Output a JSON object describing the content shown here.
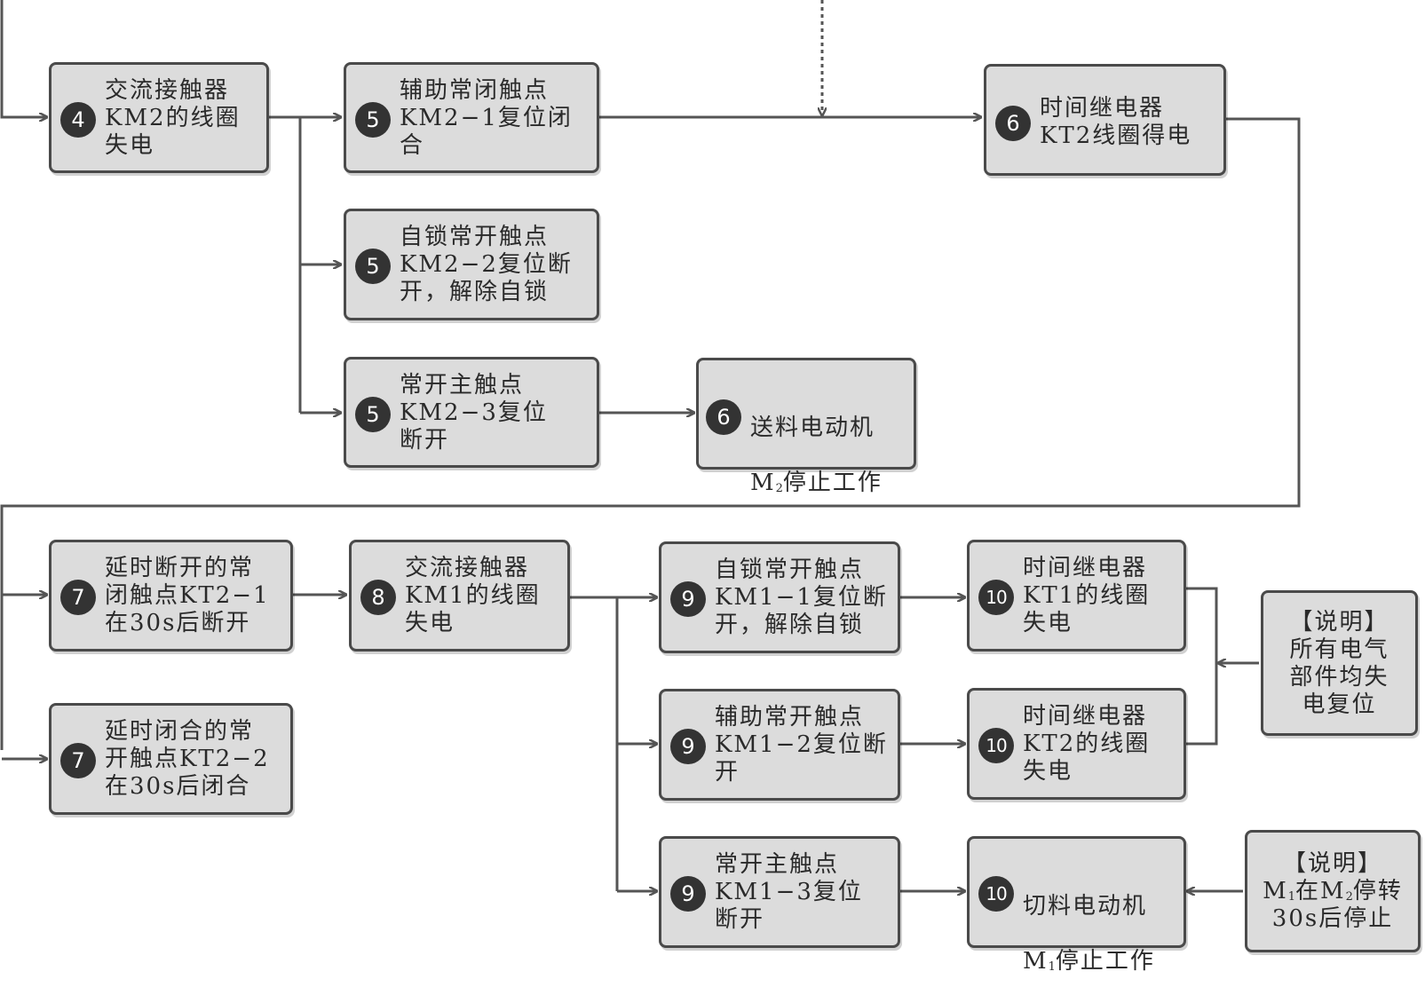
{
  "steps": {
    "s4_km2_coil": {
      "num": "4",
      "text": "交流接触器\nKM2的线圈\n失电"
    },
    "s5_km2_1": {
      "num": "5",
      "text": "辅助常闭触点\nKM2−1复位闭\n合"
    },
    "s6_kt2_coil": {
      "num": "6",
      "text": "时间继电器\nKT2线圈得电"
    },
    "s5_km2_2": {
      "num": "5",
      "text": "自锁常开触点\nKM2−2复位断\n开，解除自锁"
    },
    "s5_km2_3": {
      "num": "5",
      "text": "常开主触点\nKM2−3复位\n断开"
    },
    "s6_m2_stop": {
      "num": "6",
      "line1": "送料电动机",
      "m": "M",
      "sub": "2",
      "rest": "停止工作"
    },
    "s7_kt2_1": {
      "num": "7",
      "text": "延时断开的常\n闭触点KT2−1\n在30s后断开"
    },
    "s7_kt2_2": {
      "num": "7",
      "text": "延时闭合的常\n开触点KT2−2\n在30s后闭合"
    },
    "s8_km1_coil": {
      "num": "8",
      "text": "交流接触器\nKM1的线圈\n失电"
    },
    "s9_km1_1": {
      "num": "9",
      "text": "自锁常开触点\nKM1−1复位断\n开，解除自锁"
    },
    "s9_km1_2": {
      "num": "9",
      "text": "辅助常开触点\nKM1−2复位断\n开"
    },
    "s9_km1_3": {
      "num": "9",
      "text": "常开主触点\nKM1−3复位\n断开"
    },
    "s10_kt1_coil": {
      "num": "10",
      "text": "时间继电器\nKT1的线圈\n失电"
    },
    "s10_kt2_coil": {
      "num": "10",
      "text": "时间继电器\nKT2的线圈\n失电"
    },
    "s10_m1_stop": {
      "num": "10",
      "line1": "切料电动机",
      "m": "M",
      "sub": "1",
      "rest": "停止工作"
    }
  },
  "notes": {
    "note1": {
      "title": "【说明】",
      "text": "所有电气\n部件均失\n电复位"
    },
    "note2": {
      "title": "【说明】",
      "m1": "M",
      "m1sub": "1",
      "mid": "在",
      "m2": "M",
      "m2sub": "2",
      "end": "停转",
      "line3": "30s后停止"
    }
  }
}
